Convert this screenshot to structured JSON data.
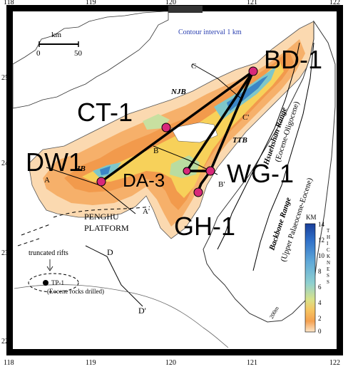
{
  "map": {
    "lon_ticks": [
      "118",
      "119",
      "120",
      "121",
      "122"
    ],
    "lat_ticks": [
      "25",
      "24",
      "23",
      "22"
    ],
    "scale_bar": {
      "unit": "km",
      "zero": "0",
      "fifty": "50"
    },
    "contour_note": "Contour interval 1 km",
    "wells": [
      {
        "label": "BD-1"
      },
      {
        "label": "CT-1"
      },
      {
        "label": "DW1"
      },
      {
        "label": "DA-3"
      },
      {
        "label": "WG-1"
      },
      {
        "label": "GH-1"
      }
    ],
    "basin_labels": {
      "njb": "NJB",
      "ttb": "TTB",
      "hb": "HB"
    },
    "section_letters": {
      "c": "C",
      "c_prime": "C'",
      "b": "B",
      "b_prime": "B'",
      "a": "A",
      "a_prime": "A'",
      "d": "D",
      "d_prime": "D'"
    },
    "platform": {
      "line1": "PENGHU",
      "line2": "PLATFORM"
    },
    "hsuehshan": {
      "name": "Hsuehshan Range",
      "age": "(Eocene-Oligocene)"
    },
    "backbone": {
      "name": "Backbone Range",
      "age": "(Upper Palaeocene-Eocene)"
    },
    "rifts_legend": {
      "rifts": "truncated rifts",
      "well": "TP-1",
      "drilled": "(Eocene rocks drilled)"
    },
    "depth_label": "200m",
    "colorbar": {
      "unit": "KM",
      "ticks": [
        "14",
        "12",
        "10",
        "8",
        "6",
        "4",
        "2",
        "0"
      ],
      "title": "THICKNESS",
      "colors": [
        "#1a3f9a",
        "#2f6fc8",
        "#5fa8d8",
        "#8fd0d0",
        "#d8e28a",
        "#f6c460",
        "#f4a050",
        "#fde6c8"
      ]
    }
  }
}
